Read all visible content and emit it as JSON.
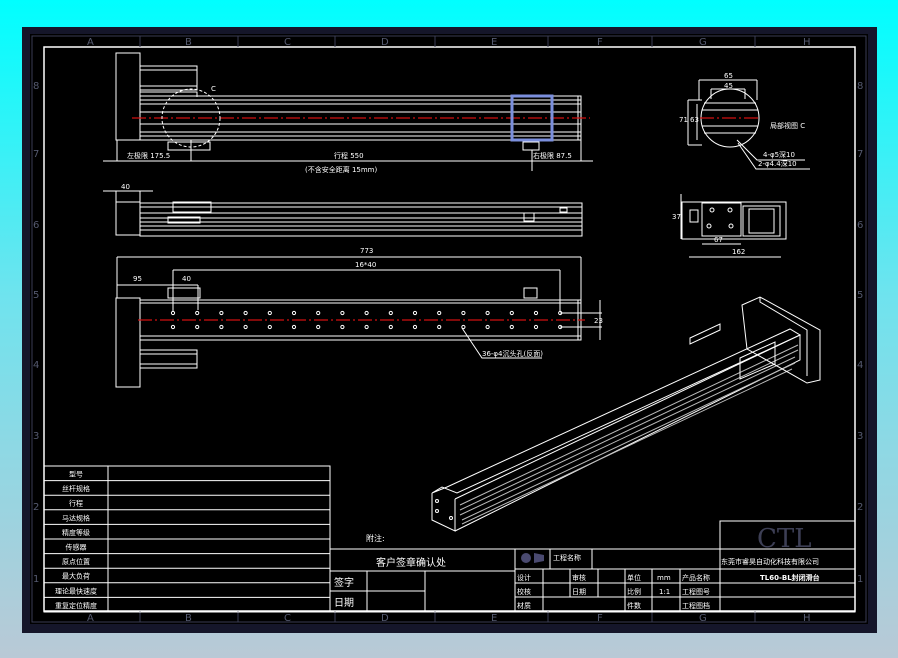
{
  "frame": {
    "columns": [
      "A",
      "B",
      "C",
      "D",
      "E",
      "F",
      "G",
      "H"
    ],
    "rows": [
      "8",
      "7",
      "6",
      "5",
      "4",
      "3",
      "2",
      "1"
    ]
  },
  "top_view": {
    "left_limit": "左极限 175.5",
    "stroke": "行程 550",
    "right_limit": "右极限 87.5",
    "note": "(不含安全距离 15mm)",
    "detail_mark": "C"
  },
  "side_view": {
    "dim_motor": "40"
  },
  "bottom_view": {
    "overall": "773",
    "pitch": "16*40",
    "offset": "95",
    "slider": "40",
    "holes_note": "36-φ4沉头孔(反面)",
    "width": "23"
  },
  "detail_view": {
    "dim_outer": "65",
    "dim_inner": "45",
    "dim_height": "71",
    "dim_height_inner": "63",
    "title": "局部视图 C",
    "note1": "4-φ5深10",
    "note2": "2-φ4.4深10"
  },
  "end_view": {
    "height": "37",
    "dim_67": "67",
    "dim_162": "162"
  },
  "spec_table": {
    "labels": [
      "型号",
      "丝杆规格",
      "行程",
      "马达规格",
      "精度等级",
      "传感器",
      "原点位置",
      "最大负荷",
      "理论最快速度",
      "重复定位精度"
    ]
  },
  "remarks_label": "附注:",
  "customer": {
    "title": "客户签章确认处",
    "sign": "签字",
    "date": "日期"
  },
  "title_block": {
    "company_logo": "CTL",
    "company": "东莞市睿昊自动化科技有限公司",
    "project_name": "工程名称",
    "design": "设计",
    "review": "审核",
    "unit_label": "单位",
    "unit": "mm",
    "product_label": "产品名称",
    "product": "TL60-BL封闭滑台",
    "check": "校核",
    "date": "日期",
    "scale_label": "比例",
    "scale": "1:1",
    "drawing_no": "工程图号",
    "material": "材质",
    "qty": "件数",
    "drawing_file": "工程图档"
  },
  "colors": {
    "background_top": "#00ffff",
    "canvas": "#000000",
    "centerline": "#d01010",
    "selection": "#7b8fdd"
  }
}
